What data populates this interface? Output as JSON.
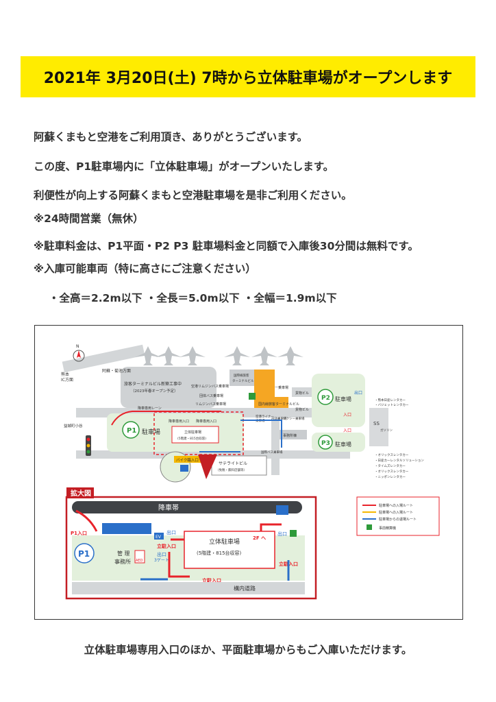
{
  "banner": {
    "title": "2021年 3月20日(土) 7時から立体駐車場がオープンします"
  },
  "body": {
    "lines": [
      "阿蘇くまもと空港をご利用頂き、ありがとうございます。",
      "この度、P1駐車場内に「立体駐車場」がオープンいたします。",
      "利便性が向上する阿蘇くまもと空港駐車場を是非ご利用ください。",
      "※24時間営業（無休）",
      "※駐車料金は、P1平面・P2 P3 駐車場料金と同額で入庫後30分間は無料です。",
      "※入庫可能車両（特に高さにご注意ください）",
      "・全高＝2.2m以下 ・全長＝5.0m以下 ・全幅＝1.9m以下"
    ]
  },
  "map": {
    "compass": "N",
    "roads": {
      "kumamoto_ic": "熊本\nIC方面",
      "aso": "阿蘇・菊池方面",
      "mashiki": "益城町小谷"
    },
    "buildings": {
      "passenger_terminal": "旅客ターミナルビル新築工事中",
      "passenger_terminal_note": "（2023年春オープン予定）",
      "international_terminal": "国際線旅客\nターミナルビル",
      "domestic_terminal": "国内線旅客ターミナルビル",
      "cargo1": "貨物ビル",
      "cargo2": "貨物ビル",
      "satellite": "サテライトビル",
      "satellite_note": "（免税・無料店舗等）",
      "office": "事務所棟"
    },
    "stops": {
      "airport_limousine": "空港リムジンバス乗車場",
      "group_bus": "団体バス乗車場",
      "limousine_bus": "リムジンバス乗車場",
      "taxi1": "タクシー乗車場",
      "taxi2": "タクシー乗車場",
      "liner": "空港ライナー\n乗車場",
      "bus": "バス乗車場",
      "intl_bus": "国際バス乗車場"
    },
    "lots": {
      "p1": "P1",
      "p1_label": "駐車場",
      "p2": "P2",
      "p2_label": "駐車場",
      "p3": "P3",
      "p3_label": "駐車場",
      "multi_storey_small": "立体駐車場",
      "multi_storey_small_cap": "(5階建・815台収容)",
      "dropoff_lane": "降車専用レーン",
      "dropoff_entrance": "降車専用入口",
      "bike_entrance": "バイク臨入口",
      "entrance": "入口",
      "exit": "出口",
      "ss": "SS",
      "gas": "ガソリン\nスタンド"
    },
    "rentals": [
      "・熊本日産レンタカー",
      "・バジェットレンタカー",
      "・オリックスレンタカー",
      "・日産カーレンタルソリューション",
      "・タイムズレンタカー",
      "・オリックスレンタカー",
      "・ニッポンレンタカー"
    ],
    "zoom": {
      "tag": "拡大図",
      "dropoff_band": "降車帯",
      "p1_entrance": "P1入口",
      "p1": "P1",
      "office": "管 理\n事務所",
      "aed": "AED",
      "exit_gate": "出口\n3ゲート",
      "exit_top": "出口",
      "ev": "EV",
      "entrance_left": "立駐入口",
      "entrance_bottom": "立駐入口",
      "entrance_right": "立駐入口",
      "exit_right": "出口",
      "building_title": "立体駐車場",
      "building_cap": "(5階建・815台収容)",
      "floor_2f": "2F へ",
      "road": "構内道路"
    },
    "legend": {
      "items": [
        {
          "label": "駐車場への入場ルート",
          "color": "#e8222a"
        },
        {
          "label": "駐車場への入場ルート",
          "color": "#f5b800"
        },
        {
          "label": "駐車場からの退場ルート",
          "color": "#2a6fc9"
        },
        {
          "label": "事前精算機",
          "color": "#2e9a3a"
        }
      ]
    }
  },
  "footer": {
    "text": "立体駐車場専用入口のほか、平面駐車場からもご入庫いただけます。"
  },
  "colors": {
    "banner": "#ffec00",
    "route_red": "#e8222a",
    "route_blue": "#2a6fc9",
    "lot_green": "#e3f0dc",
    "terminal_orange": "#f5a623"
  }
}
